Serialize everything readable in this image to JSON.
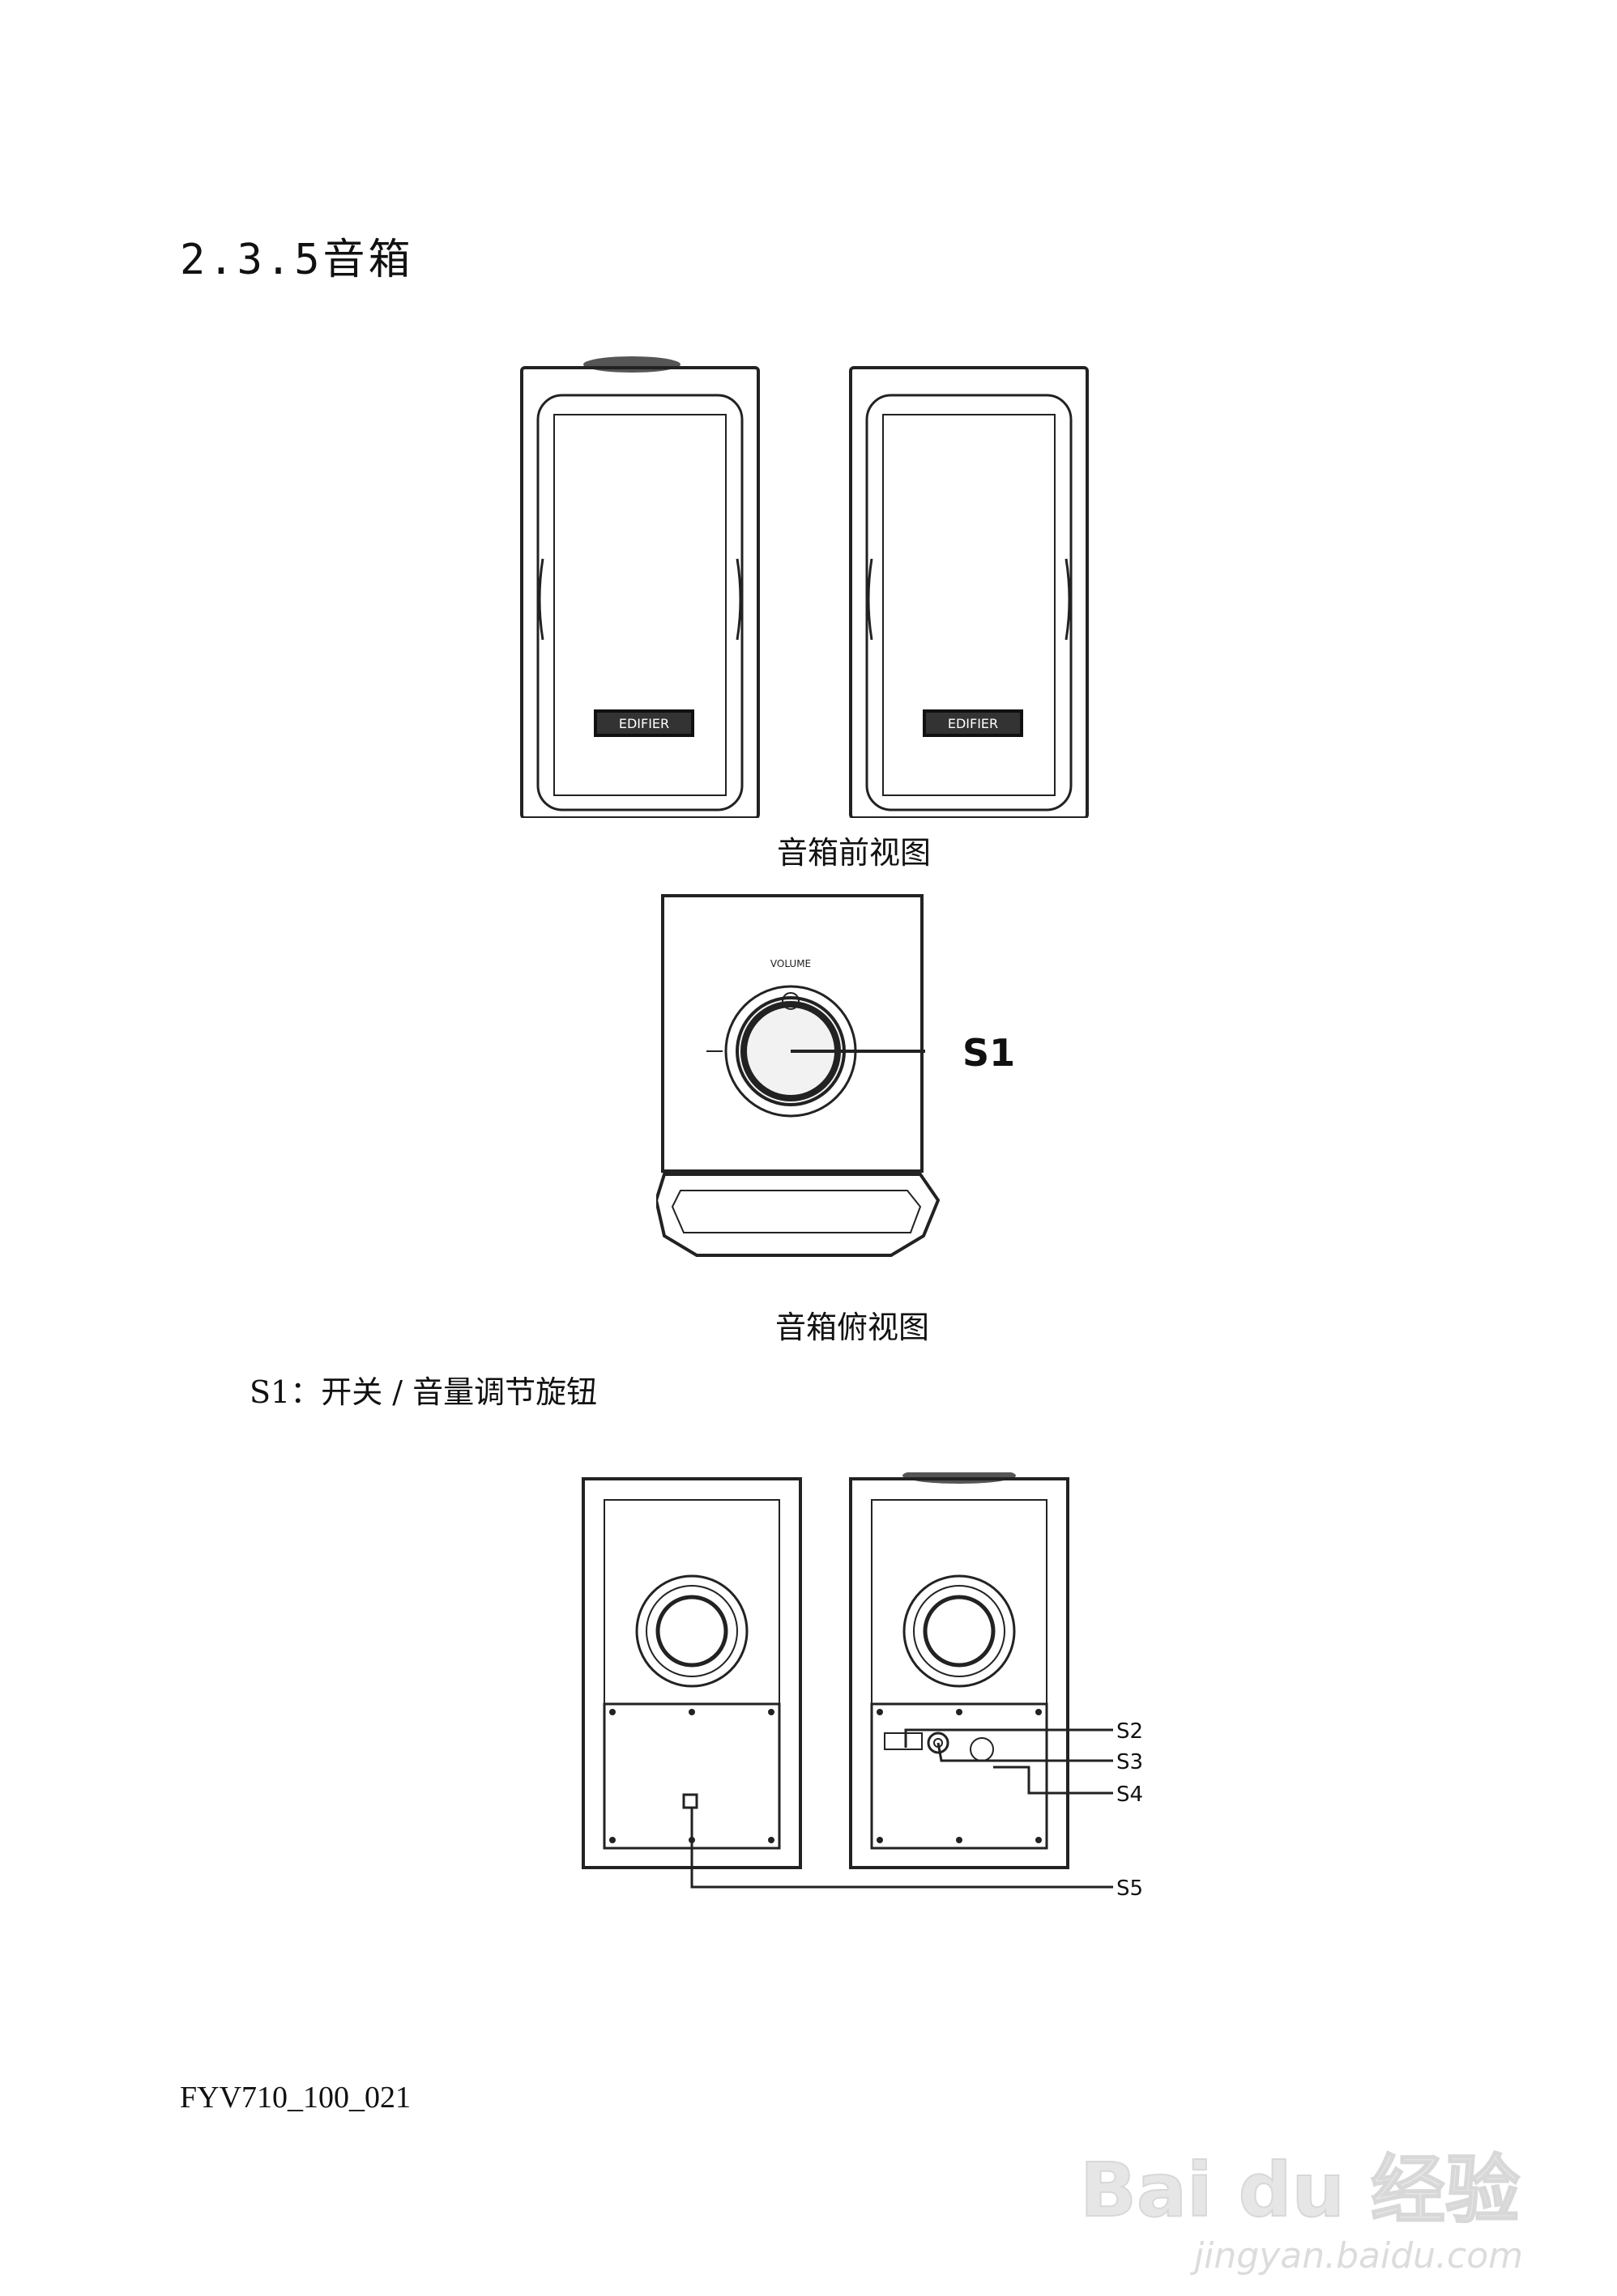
{
  "heading": "2.3.5音箱",
  "figures": {
    "front": {
      "caption": "音箱前视图",
      "badge_text": "EDIFIER"
    },
    "top": {
      "caption": "音箱俯视图",
      "label_s1": "S1",
      "knob_marking": "VOLUME"
    },
    "rear": {
      "labels": [
        "S2",
        "S3",
        "S4",
        "S5"
      ]
    }
  },
  "description": "S1：开关 / 音量调节旋钮",
  "footer": "FYV710_100_021",
  "watermark": {
    "logo": "Bai du 经验",
    "url": "jingyan.baidu.com"
  }
}
